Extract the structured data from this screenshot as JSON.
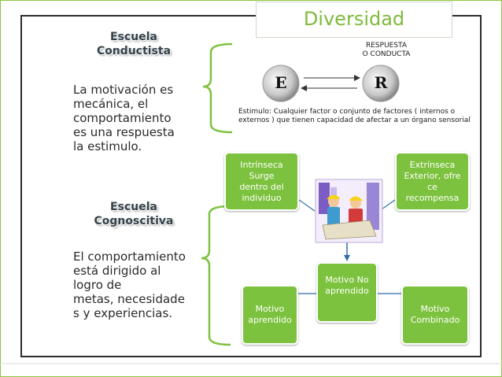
{
  "title": "Diversidad",
  "conductista": {
    "heading_line1": "Escuela",
    "heading_line2": "Conductista",
    "text": [
      "La motivación es",
      "mecánica, el",
      "comportamiento",
      "es una respuesta",
      "la estimulo."
    ]
  },
  "cognoscitiva": {
    "heading_line1": "Escuela",
    "heading_line2": "Cognoscitiva",
    "text": [
      "El comportamiento",
      "está dirigido al",
      "logro de",
      "metas, necesidade",
      "s y experiencias."
    ]
  },
  "er_diagram": {
    "e_label": "E",
    "r_label": "R",
    "response_line1": "RESPUESTA",
    "response_line2": "O CONDUCTA",
    "stimulus_line1": "Estimulo: Cualquier factor o conjunto de factores ( internos o",
    "stimulus_line2": "externos ) que tienen capacidad de afectar a un órgano sensorial"
  },
  "boxes": {
    "intrinseca": [
      "Intrínseca",
      "Surge",
      "dentro del",
      "individuo"
    ],
    "extrinseca": [
      "Extrínseca",
      "Exterior, ofre",
      "ce",
      "recompensa"
    ],
    "no_aprendido": [
      "Motivo No",
      "aprendido"
    ],
    "aprendido": [
      "Motivo",
      "aprendido"
    ],
    "combinado": [
      "Motivo",
      "Combinado"
    ]
  },
  "colors": {
    "accent_green": "#7dc23e",
    "title_green": "#7dbb3a",
    "frame_dark": "#2b2b2b",
    "frame_green": "#8cc63f"
  }
}
